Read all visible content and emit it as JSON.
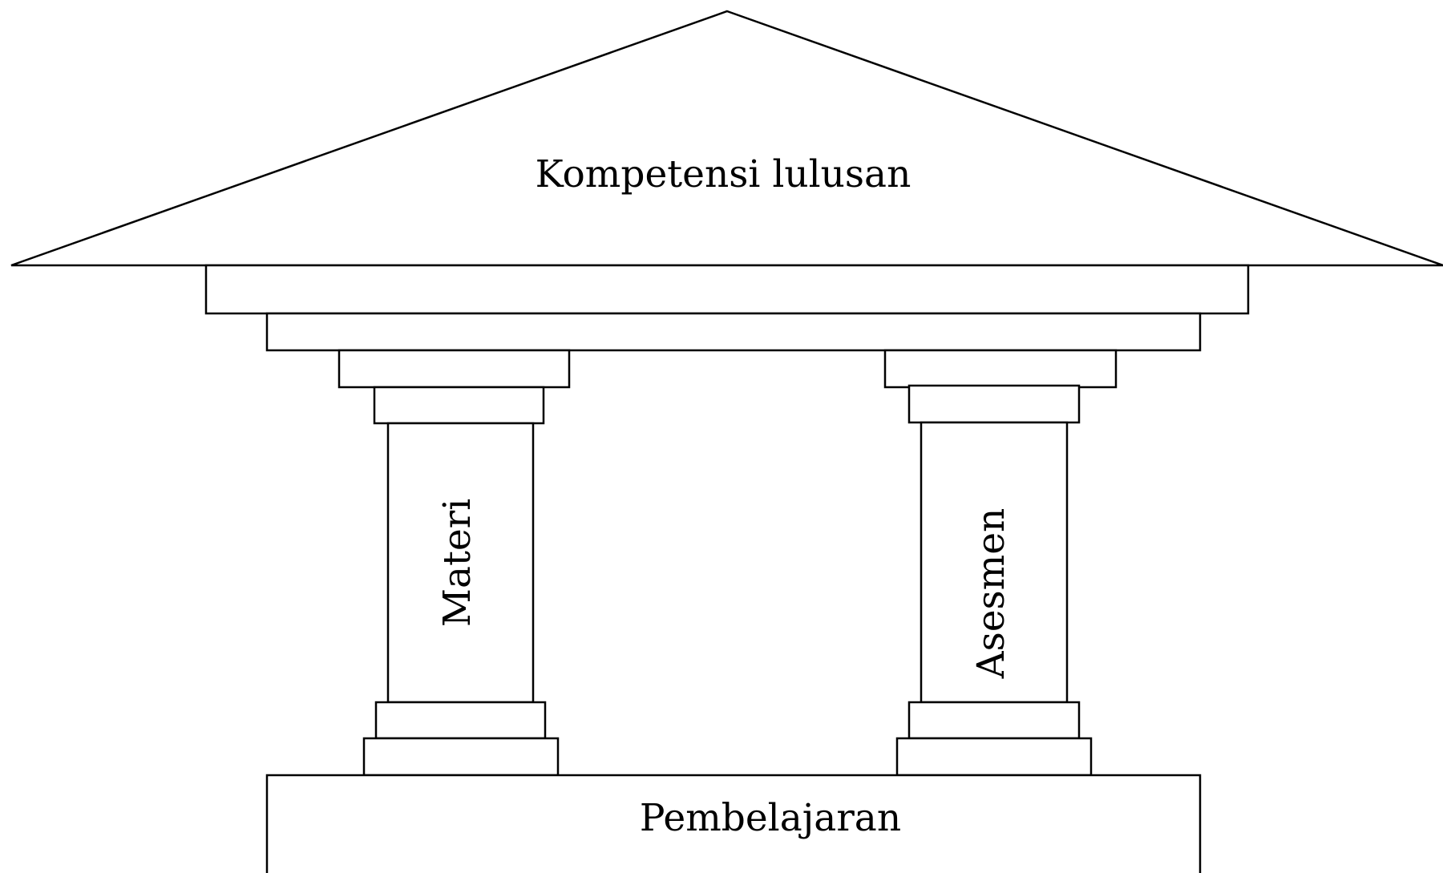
{
  "diagram": {
    "roof_label": "Kompetensi lulusan",
    "left_pillar_label": "Materi",
    "right_pillar_label": "Asesmen",
    "foundation_label": "Pembelajaran"
  },
  "colors": {
    "stroke": "#000000",
    "fill": "#ffffff",
    "text": "#000000"
  }
}
